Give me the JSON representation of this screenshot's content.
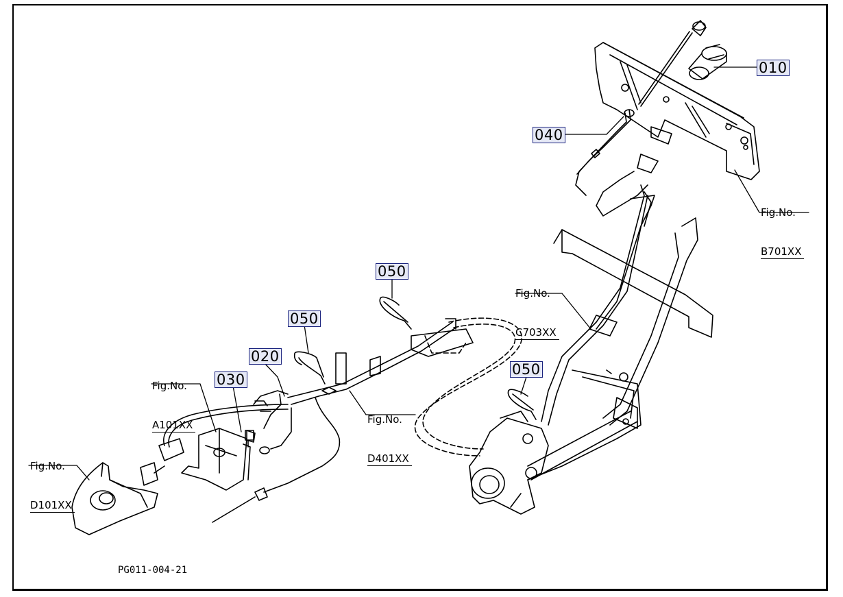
{
  "drawing_no": "PG011-004-21",
  "parts": [
    {
      "id": "p010",
      "label": "010"
    },
    {
      "id": "p020",
      "label": "020"
    },
    {
      "id": "p030",
      "label": "030"
    },
    {
      "id": "p040",
      "label": "040"
    },
    {
      "id": "p050a",
      "label": "050"
    },
    {
      "id": "p050b",
      "label": "050"
    },
    {
      "id": "p050c",
      "label": "050"
    }
  ],
  "fig_refs": [
    {
      "id": "b701",
      "line1": "Fig.No.",
      "line2": "B701XX"
    },
    {
      "id": "c703",
      "line1": "Fig.No.",
      "line2": "C703XX"
    },
    {
      "id": "d401",
      "line1": "Fig.No.",
      "line2": "D401XX"
    },
    {
      "id": "a101",
      "line1": "Fig.No.",
      "line2": "A101XX"
    },
    {
      "id": "d101",
      "line1": "Fig.No.",
      "line2": "D101XX"
    }
  ]
}
